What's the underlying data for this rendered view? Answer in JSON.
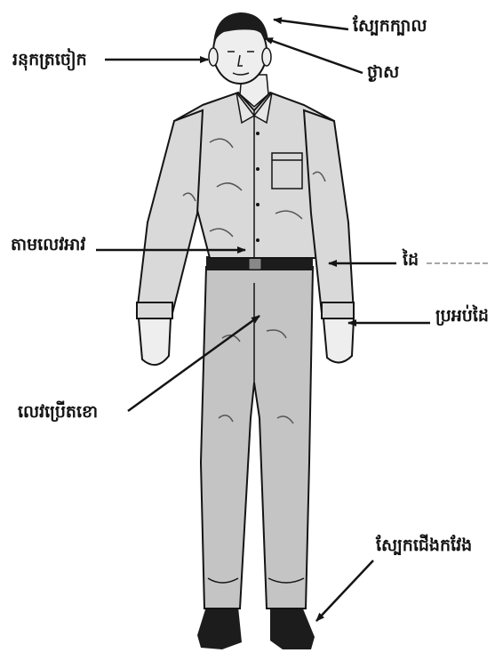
{
  "labels": {
    "scalp": "ស្បែកក្បាល",
    "ear": "រនុកត្រចៀក",
    "forehead": "ថ្ងាស",
    "belt": "តាមលេវអាវ",
    "hand": "ដៃ",
    "cuff": "ប្រអប់ដៃ",
    "fly": "លេវប្រើតខោ",
    "shoe": "ស្បែកជើងកវែង"
  },
  "colors": {
    "shirt": "#d9d9d9",
    "pants": "#c4c4c4",
    "skin": "#eeeeee",
    "ink": "#141414",
    "shoes": "#1c1c1c"
  }
}
